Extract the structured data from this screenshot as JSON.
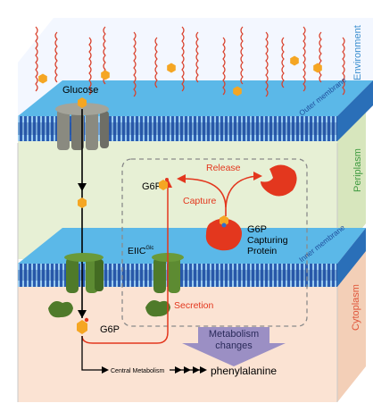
{
  "regions": {
    "environment": "Environment",
    "outer_membrane": "Outer membrane",
    "periplasm": "Periplasm",
    "inner_membrane": "Inner membrane",
    "cytoplasm": "Cytoplasm"
  },
  "labels": {
    "glucose": "Glucose",
    "g6p_periplasm": "G6P",
    "release": "Release",
    "capture": "Capture",
    "capture_protein_line1": "G6P",
    "capture_protein_line2": "Capturing",
    "capture_protein_line3": "Protein",
    "eiic_main": "EIIC",
    "eiic_sup": "Glc",
    "secretion": "Secretion",
    "g6p_cytoplasm": "G6P",
    "metabolism_line1": "Metabolism",
    "metabolism_line2": "changes",
    "central_metabolism": "Central Metabolism",
    "product": "phenylalanine"
  },
  "colors": {
    "environment_bg": "#f3f7ff",
    "periplasm_bg": "#e7f0d5",
    "cytoplasm_bg": "#fbe3d3",
    "membrane": "#5bb8e8",
    "membrane_stripe": "#234a9a",
    "glucose": "#f5a623",
    "red": "#e3371e",
    "green_protein": "#4f7a2a",
    "gray_porin": "#8a8a80",
    "purple_arrow": "#9b8fc4",
    "region_label_blue": "#3a8ecf",
    "region_label_green": "#3f9a3f",
    "region_label_red": "#e0563a"
  }
}
